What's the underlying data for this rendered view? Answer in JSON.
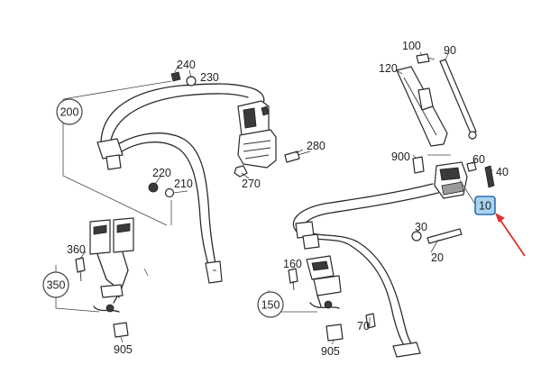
{
  "parts": {
    "p10": "10",
    "p20": "20",
    "p30": "30",
    "p40": "40",
    "p60": "60",
    "p70": "70",
    "p90": "90",
    "p100": "100",
    "p120": "120",
    "p150": "150",
    "p160": "160",
    "p200": "200",
    "p210": "210",
    "p220": "220",
    "p230": "230",
    "p240": "240",
    "p270": "270",
    "p280": "280",
    "p350": "350",
    "p360": "360",
    "p900": "900",
    "p905a": "905",
    "p905b": "905"
  },
  "highlight": {
    "part": "10",
    "fill_color": "#a9d3ef",
    "border_color": "#2c6fb0",
    "arrow_color": "#e03030"
  }
}
